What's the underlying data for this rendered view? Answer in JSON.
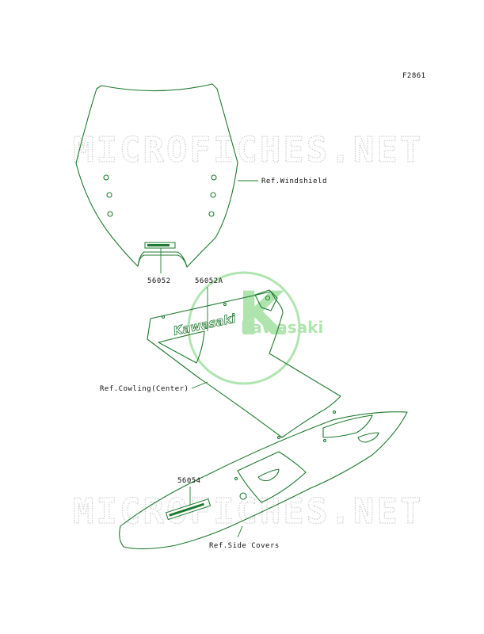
{
  "figure_code": "F2861",
  "watermark": {
    "text": "MICROFICHES.NET"
  },
  "logo": {
    "text": "kawasaki",
    "letter": "K"
  },
  "colors": {
    "line": "#1e7a2e",
    "logo": "#6fcf6f",
    "watermark": "#cfcfcf"
  },
  "callouts": {
    "ref_windshield": "Ref.Windshield",
    "part_56052": "56052",
    "part_56052a": "56052A",
    "ref_cowling": "Ref.Cowling(Center)",
    "part_56054": "56054",
    "ref_side_covers": "Ref.Side Covers"
  },
  "decals": {
    "cowling_text": "Kawasaki"
  }
}
